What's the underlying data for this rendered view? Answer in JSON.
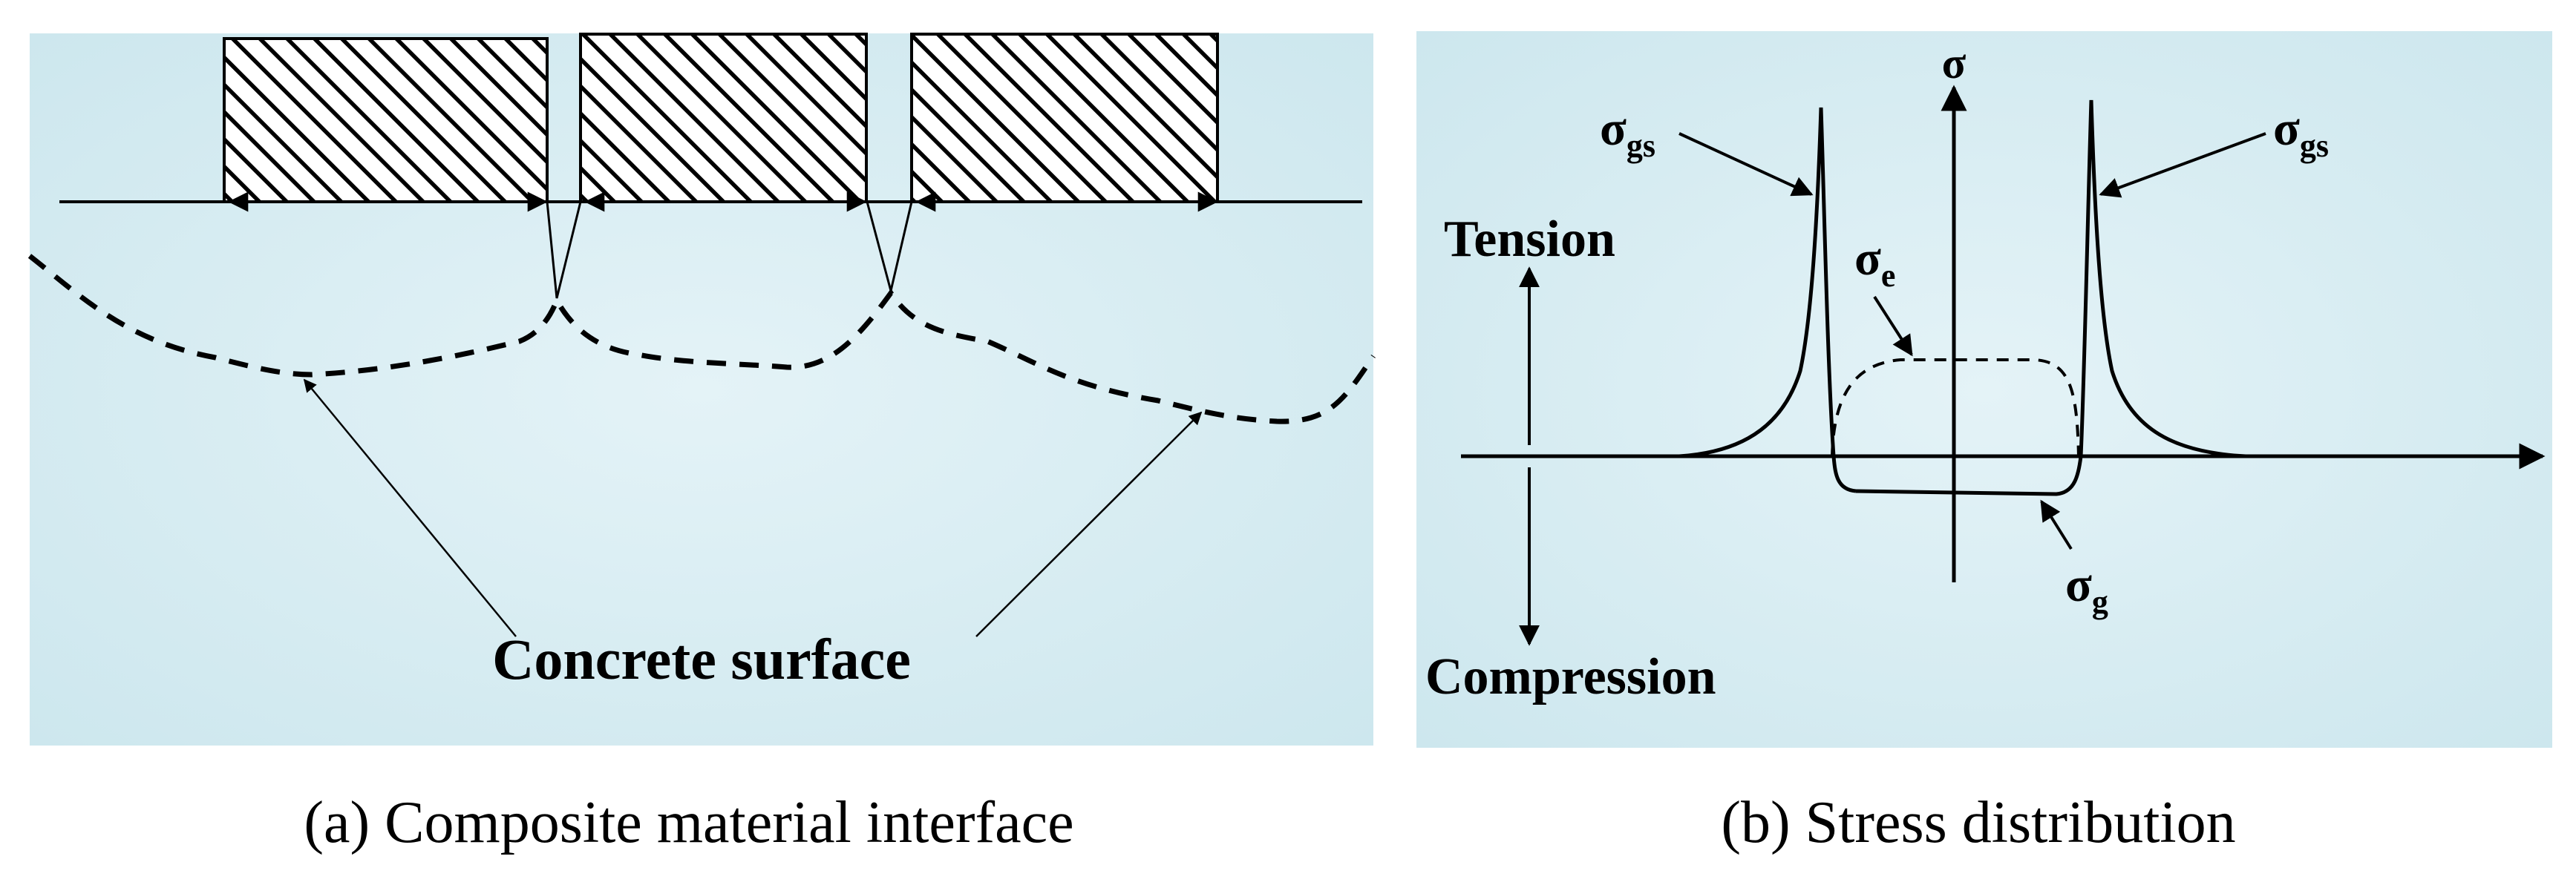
{
  "colors": {
    "panel_fill_center": "#e4f3f7",
    "panel_fill_edge": "#cde7ee",
    "ink": "#000000",
    "caption_text": "#000000"
  },
  "panel_a": {
    "caption": "(a) Composite material interface",
    "surface_label": "Concrete surface",
    "blocks_count_visible": 3
  },
  "panel_b": {
    "caption": "(b) Stress distribution",
    "axis_label_sigma": "σ",
    "tension_label": "Tension",
    "compression_label": "Compression",
    "sigma_gs_left": {
      "base": "σ",
      "sub": "gs"
    },
    "sigma_gs_right": {
      "base": "σ",
      "sub": "gs"
    },
    "sigma_e": {
      "base": "σ",
      "sub": "e"
    },
    "sigma_g": {
      "base": "σ",
      "sub": "g"
    }
  }
}
